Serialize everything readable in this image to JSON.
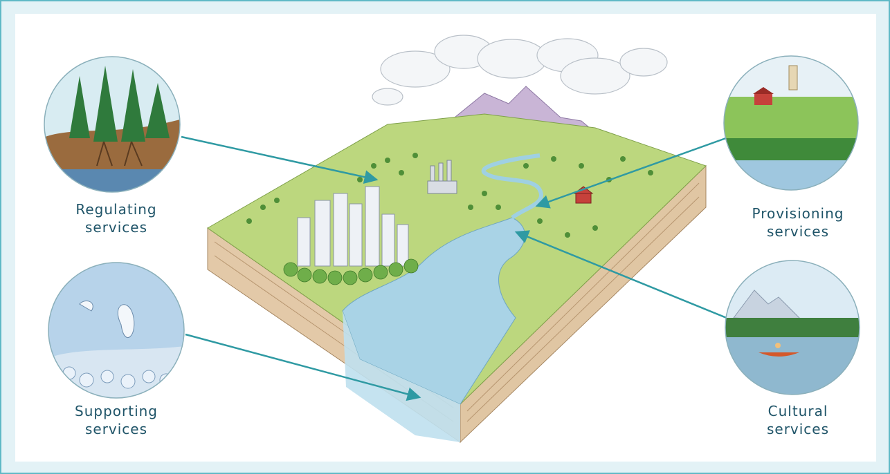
{
  "services": {
    "regulating": {
      "line1": "Regulating",
      "line2": "services",
      "icon": "forest-roots-icon"
    },
    "supporting": {
      "line1": "Supporting",
      "line2": "services",
      "icon": "underwater-nutrients-icon"
    },
    "provisioning": {
      "line1": "Provisioning",
      "line2": "services",
      "icon": "farm-field-icon"
    },
    "cultural": {
      "line1": "Cultural",
      "line2": "services",
      "icon": "lake-canoe-icon"
    }
  },
  "colors": {
    "frame_border": "#5fb9c6",
    "connector": "#2f9aa3",
    "label_text": "#1f5468",
    "water": "#a9d3e6",
    "grass": "#b9d77a"
  }
}
